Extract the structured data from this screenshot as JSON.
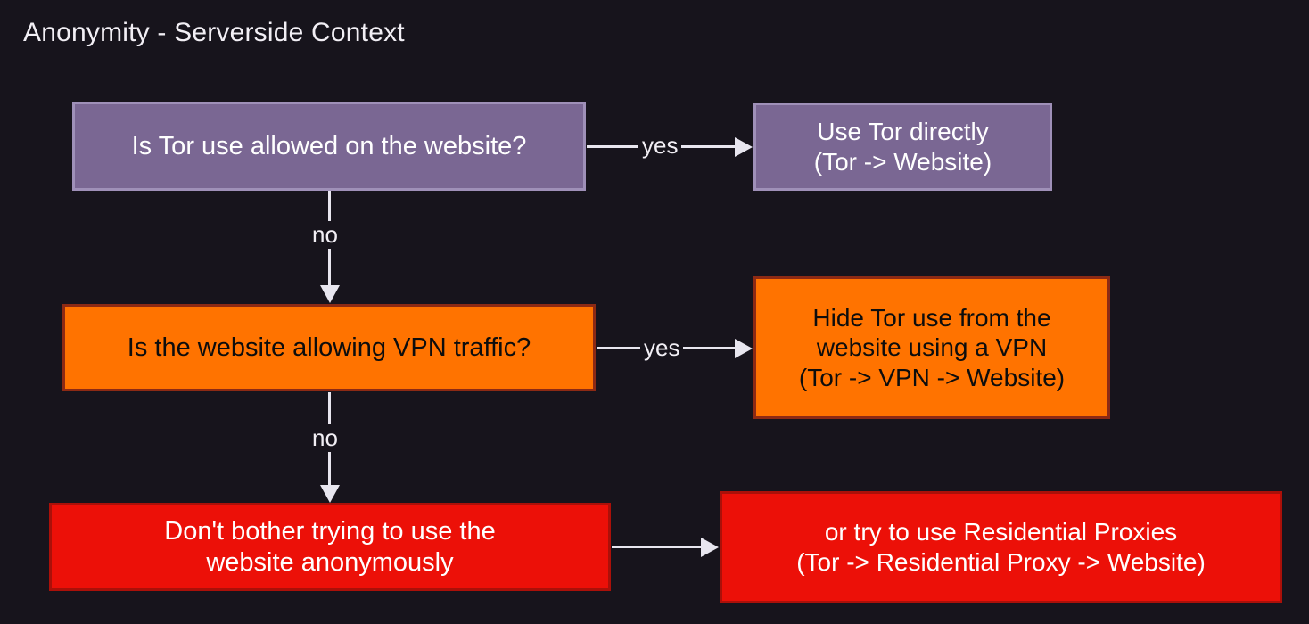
{
  "page": {
    "title": "Anonymity - Serverside Context",
    "background_color": "#17141c"
  },
  "palette": {
    "purple_fill": "#7a6793",
    "purple_border": "#9f90b8",
    "orange_fill": "#ff7300",
    "orange_border": "#8d2a14",
    "red_fill": "#ec1008",
    "red_border": "#ab1009",
    "connector": "#e8e6ef",
    "title_text": "#f2eff5"
  },
  "flowchart": {
    "nodes": [
      {
        "id": "q1",
        "kind": "decision",
        "color": "purple",
        "text": "Is Tor use allowed on the website?"
      },
      {
        "id": "a1",
        "kind": "outcome",
        "color": "purple",
        "text": "Use Tor directly\n(Tor -> Website)"
      },
      {
        "id": "q2",
        "kind": "decision",
        "color": "orange",
        "text": "Is the website allowing VPN traffic?"
      },
      {
        "id": "a2",
        "kind": "outcome",
        "color": "orange",
        "text": "Hide Tor use from the\nwebsite using a VPN\n(Tor -> VPN -> Website)"
      },
      {
        "id": "q3",
        "kind": "outcome",
        "color": "red",
        "text": "Don't bother trying to use the\nwebsite anonymously"
      },
      {
        "id": "a3",
        "kind": "outcome",
        "color": "red",
        "text": "or try to use Residential Proxies\n(Tor -> Residential Proxy -> Website)"
      }
    ],
    "edges": [
      {
        "id": "e1",
        "from": "q1",
        "to": "a1",
        "label": "yes",
        "direction": "right"
      },
      {
        "id": "e2",
        "from": "q1",
        "to": "q2",
        "label": "no",
        "direction": "down"
      },
      {
        "id": "e3",
        "from": "q2",
        "to": "a2",
        "label": "yes",
        "direction": "right"
      },
      {
        "id": "e4",
        "from": "q2",
        "to": "q3",
        "label": "no",
        "direction": "down"
      },
      {
        "id": "e5",
        "from": "q3",
        "to": "a3",
        "label": "",
        "direction": "right"
      }
    ]
  }
}
